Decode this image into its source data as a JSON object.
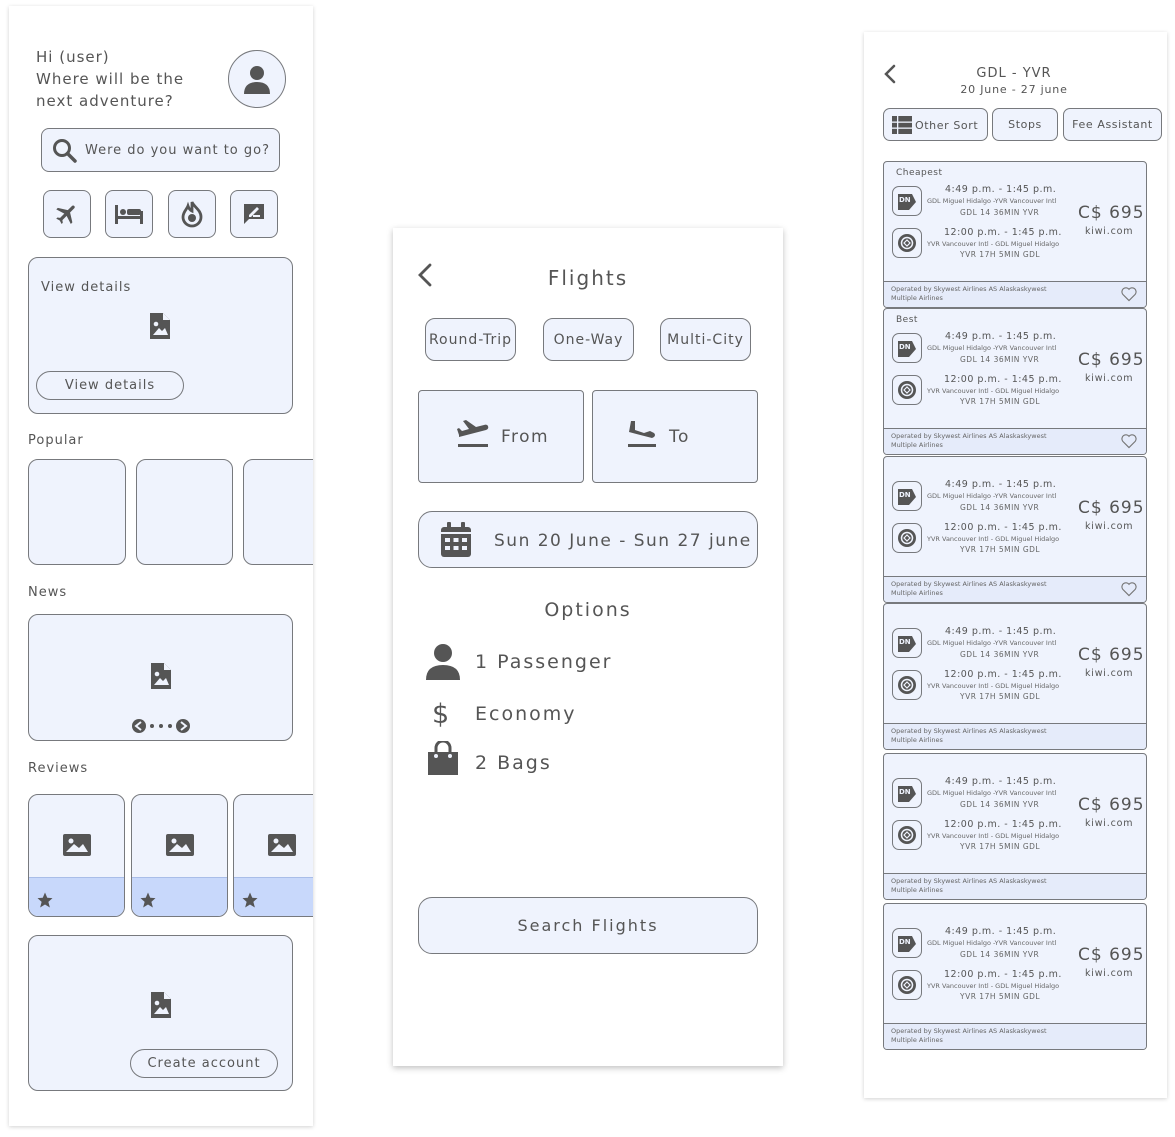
{
  "home": {
    "greeting_line1": "Hi (user)",
    "greeting_line2": "Where will be the",
    "greeting_line3": "next adventure?",
    "search_placeholder": "Were do you want to go?",
    "categories": [
      "plane-icon",
      "bed-icon",
      "fire-icon",
      "message-edit-icon"
    ],
    "featured_title": "View details",
    "featured_button": "View details",
    "popular_title": "Popular",
    "news_title": "News",
    "reviews_title": "Reviews",
    "create_account_button": "Create account"
  },
  "flights": {
    "title": "Flights",
    "trip_types": [
      "Round-Trip",
      "One-Way",
      "Multi-City"
    ],
    "from_label": "From",
    "to_label": "To",
    "dates": "Sun 20 June - Sun 27 june",
    "options_title": "Options",
    "passengers": "1 Passenger",
    "cabin": "Economy",
    "bags": "2 Bags",
    "search_button": "Search Flights"
  },
  "results": {
    "route": "GDL - YVR",
    "dates": "20 June - 27 june",
    "filters": [
      "Other Sort",
      "Stops",
      "Fee Assistant"
    ],
    "cards": [
      {
        "label": "Cheapest",
        "out_time": "4:49 p.m. - 1:45 p.m.",
        "out_route": "GDL Miguel Hidalgo -YVR Vancouver Intl",
        "out_dur": "GDL 14 36MIN YVR",
        "ret_time": "12:00 p.m. - 1:45 p.m.",
        "ret_route": "YVR Vancouver Intl - GDL Miguel Hidalgo",
        "ret_dur": "YVR 17H 5MIN GDL",
        "price": "C$ 695",
        "site": "kiwi.com",
        "op1": "Operated by Skywest Airlines AS Alaskaskywest",
        "op2": "Multiple Airlines",
        "heart": true
      },
      {
        "label": "Best",
        "out_time": "4:49 p.m. - 1:45 p.m.",
        "out_route": "GDL Miguel Hidalgo -YVR Vancouver Intl",
        "out_dur": "GDL 14 36MIN YVR",
        "ret_time": "12:00 p.m. - 1:45 p.m.",
        "ret_route": "YVR Vancouver Intl - GDL Miguel Hidalgo",
        "ret_dur": "YVR 17H 5MIN GDL",
        "price": "C$ 695",
        "site": "kiwi.com",
        "op1": "Operated by Skywest Airlines AS Alaskaskywest",
        "op2": "Multiple Airlines",
        "heart": true
      },
      {
        "label": "",
        "out_time": "4:49 p.m. - 1:45 p.m.",
        "out_route": "GDL Miguel Hidalgo -YVR Vancouver Intl",
        "out_dur": "GDL 14 36MIN YVR",
        "ret_time": "12:00 p.m. - 1:45 p.m.",
        "ret_route": "YVR Vancouver Intl - GDL Miguel Hidalgo",
        "ret_dur": "YVR 17H 5MIN GDL",
        "price": "C$ 695",
        "site": "kiwi.com",
        "op1": "Operated by Skywest Airlines AS Alaskaskywest",
        "op2": "Multiple Airlines",
        "heart": true
      },
      {
        "label": "",
        "out_time": "4:49 p.m. - 1:45 p.m.",
        "out_route": "GDL Miguel Hidalgo -YVR Vancouver Intl",
        "out_dur": "GDL 14 36MIN YVR",
        "ret_time": "12:00 p.m. - 1:45 p.m.",
        "ret_route": "YVR Vancouver Intl - GDL Miguel Hidalgo",
        "ret_dur": "YVR 17H 5MIN GDL",
        "price": "C$ 695",
        "site": "kiwi.com",
        "op1": "Operated by Skywest Airlines AS Alaskaskywest",
        "op2": "Multiple Airlines",
        "heart": false
      },
      {
        "label": "",
        "out_time": "4:49 p.m. - 1:45 p.m.",
        "out_route": "GDL Miguel Hidalgo -YVR Vancouver Intl",
        "out_dur": "GDL 14 36MIN YVR",
        "ret_time": "12:00 p.m. - 1:45 p.m.",
        "ret_route": "YVR Vancouver Intl - GDL Miguel Hidalgo",
        "ret_dur": "YVR 17H 5MIN GDL",
        "price": "C$ 695",
        "site": "kiwi.com",
        "op1": "Operated by Skywest Airlines AS Alaskaskywest",
        "op2": "Multiple Airlines",
        "heart": false
      },
      {
        "label": "",
        "out_time": "4:49 p.m. - 1:45 p.m.",
        "out_route": "GDL Miguel Hidalgo -YVR Vancouver Intl",
        "out_dur": "GDL 14 36MIN YVR",
        "ret_time": "12:00 p.m. - 1:45 p.m.",
        "ret_route": "YVR Vancouver Intl - GDL Miguel Hidalgo",
        "ret_dur": "YVR 17H 5MIN GDL",
        "price": "C$ 695",
        "site": "kiwi.com",
        "op1": "Operated by Skywest Airlines AS Alaskaskywest",
        "op2": "Multiple Airlines",
        "heart": false
      }
    ]
  },
  "colors": {
    "fill": "#eff3fd",
    "border": "#77797d",
    "highlight": "#c8d8fb",
    "icon": "#555555"
  }
}
